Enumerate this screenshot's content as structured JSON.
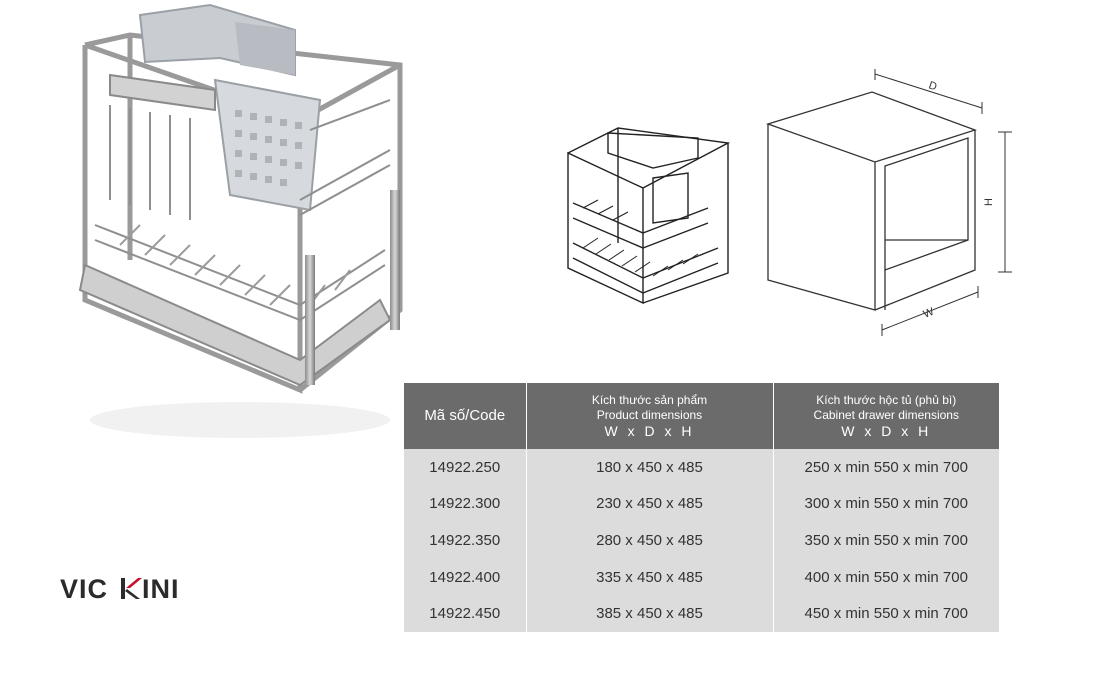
{
  "brand": {
    "logo_text": "VICKINI",
    "accent_color": "#c8102e"
  },
  "diagram": {
    "labels": {
      "depth": "D",
      "height": "H",
      "width": "W"
    }
  },
  "spec_table": {
    "headers": {
      "code": "Mã số/Code",
      "product_vi": "Kích thước sản phẩm",
      "product_en": "Product dimensions",
      "product_dims": "W x D x H",
      "cabinet_vi": "Kích thước hộc tủ (phủ bì)",
      "cabinet_en": "Cabinet drawer dimensions",
      "cabinet_dims": "W x D x H"
    },
    "rows": [
      {
        "code": "14922.250",
        "product": "180 x 450 x 485",
        "cabinet": "250 x min 550 x min 700"
      },
      {
        "code": "14922.300",
        "product": "230 x 450 x 485",
        "cabinet": "300 x min 550 x min 700"
      },
      {
        "code": "14922.350",
        "product": "280 x 450 x 485",
        "cabinet": "350 x min 550 x min 700"
      },
      {
        "code": "14922.400",
        "product": "335 x 450 x 485",
        "cabinet": "400 x min 550 x min 700"
      },
      {
        "code": "14922.450",
        "product": "385 x 450 x 485",
        "cabinet": "450 x min 550 x min 700"
      }
    ]
  }
}
